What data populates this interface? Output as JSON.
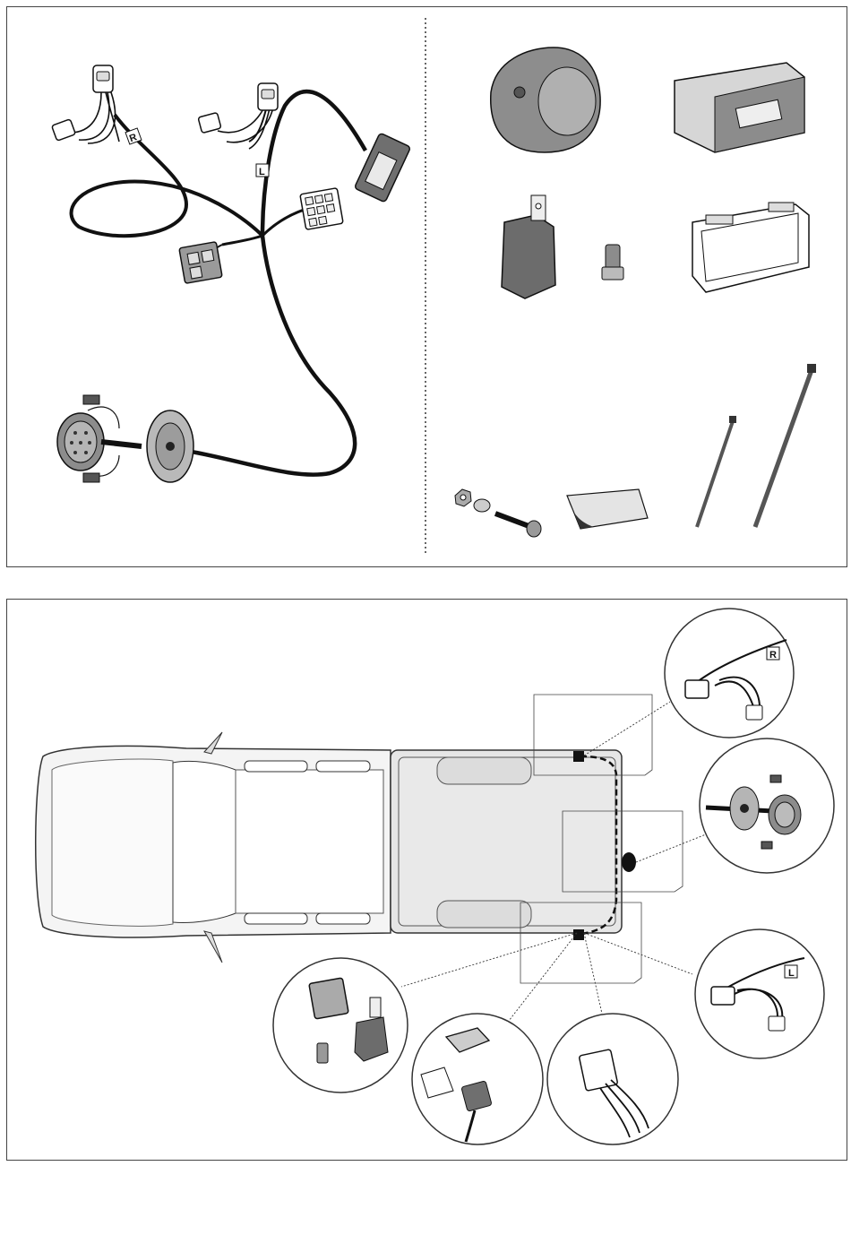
{
  "top_panel": {
    "harness_labels": {
      "right": "R",
      "left": "L"
    }
  },
  "bottom_panel": {
    "callout_labels": {
      "right": "R",
      "left": "L"
    }
  },
  "colors": {
    "line": "#111111",
    "part_fill": "#7d7d7d",
    "part_light": "#bdbdbd",
    "bed_fill": "#e6e6e6"
  }
}
